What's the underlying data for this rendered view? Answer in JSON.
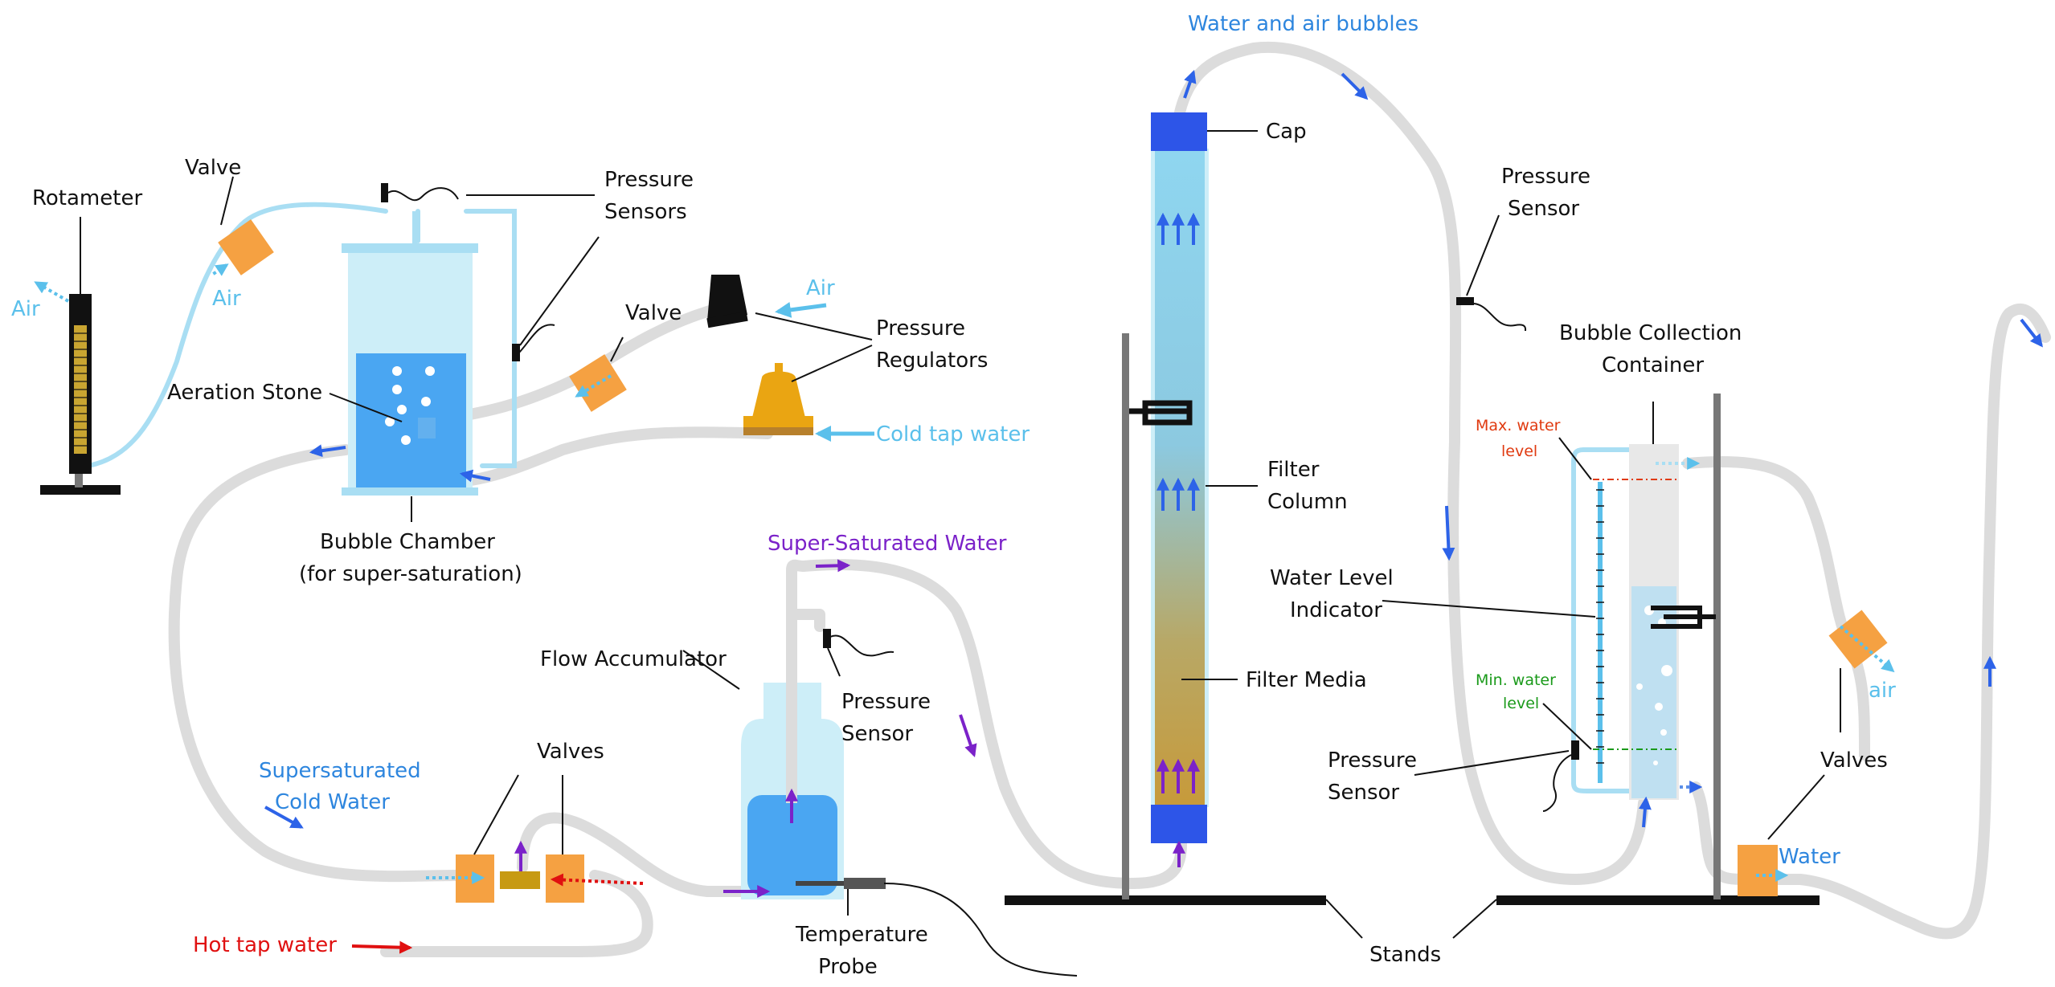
{
  "colors": {
    "tube": "#dcdcdc",
    "air_line": "#a9def3",
    "valve": "#f5a142",
    "chamber_glass": "#cdeef8",
    "chamber_water": "#4aa6f2",
    "stand": "#111111",
    "cap": "#2d55e8",
    "flow_arrow_blue": "#2d63e8",
    "flow_arrow_purple": "#7b22c9",
    "flow_arrow_red": "#e01010",
    "regulator_gold": "#eaa512",
    "max_level": "#e03a10",
    "min_level": "#1a9a1a"
  },
  "labels": {
    "rotameter": "Rotameter",
    "valve_top": "Valve",
    "air_left": "Air",
    "air_under_valve": "Air",
    "pressure_sensors": [
      "Pressure",
      "Sensors"
    ],
    "valve_middle": "Valve",
    "air_regulator": "Air",
    "pressure_regulators": [
      "Pressure",
      "Regulators"
    ],
    "cold_tap_water": "Cold tap water",
    "aeration_stone": "Aeration Stone",
    "bubble_chamber": [
      "Bubble Chamber",
      "(for super-saturation)"
    ],
    "supersaturated_cold_water": [
      "Supersaturated",
      "Cold Water"
    ],
    "valves_bottom": "Valves",
    "hot_tap_water": "Hot tap water",
    "flow_accumulator": "Flow Accumulator",
    "super_saturated_water": "Super-Saturated Water",
    "pressure_sensor_mid": [
      "Pressure",
      "Sensor"
    ],
    "temperature_probe": [
      "Temperature",
      "Probe"
    ],
    "water_and_air_bubbles": "Water and air bubbles",
    "cap": "Cap",
    "filter_column": [
      "Filter",
      "Column"
    ],
    "filter_media": "Filter Media",
    "pressure_sensor_top_right": [
      "Pressure",
      "Sensor"
    ],
    "bubble_collection_container": [
      "Bubble Collection",
      "Container"
    ],
    "max_water_level": [
      "Max. water",
      "level"
    ],
    "water_level_indicator": [
      "Water Level",
      "Indicator"
    ],
    "min_water_level": [
      "Min. water",
      "level"
    ],
    "pressure_sensor_right": [
      "Pressure",
      "Sensor"
    ],
    "air_right": "air",
    "valves_right": "Valves",
    "water_right": "Water",
    "stands": "Stands"
  },
  "icons": [
    "rotameter-icon",
    "valve-icon",
    "pressure-sensor-icon",
    "pressure-regulator-icon",
    "bubble-chamber-icon",
    "aeration-stone-icon",
    "flow-accumulator-icon",
    "temperature-probe-icon",
    "filter-column-icon",
    "cap-icon",
    "clamp-icon",
    "stand-icon",
    "bubble-collection-container-icon",
    "water-level-indicator-icon",
    "flow-arrow-icon"
  ]
}
